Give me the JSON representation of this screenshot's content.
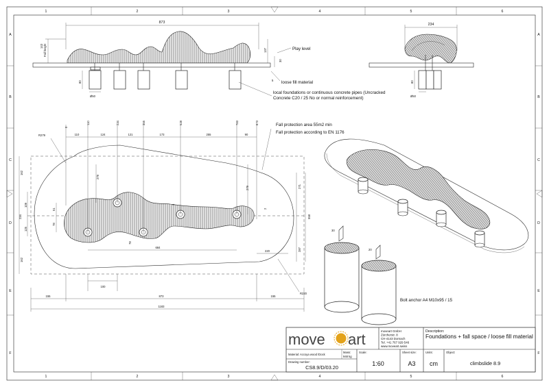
{
  "frame": {
    "columns": [
      "1",
      "2",
      "3",
      "4",
      "5",
      "6"
    ],
    "rows": [
      "A",
      "B",
      "C",
      "D",
      "E",
      "F"
    ]
  },
  "side_view": {
    "overall_length": "873",
    "fall_height_label": "Fall height",
    "fall_height_value": "143",
    "height_137": "137",
    "height_30": "30",
    "depth_80": "80",
    "post_dia": "Ø50",
    "gap_5": "5",
    "play_level": "Play level",
    "loose_fill": "loose fill material",
    "foundations_note": "local foundations or continuous concrete pipes (Uncracked Concrete C20 / 25 No or normal reinforcement)"
  },
  "end_view": {
    "width": "234",
    "depth_80": "80",
    "post_dia": "Ø50"
  },
  "plan_view": {
    "top_ticks": [
      "0",
      "110",
      "234",
      "355",
      "528",
      "783",
      "873"
    ],
    "top_segments": [
      "110",
      "124",
      "121",
      "173",
      "255",
      "90"
    ],
    "radius_left": "R279",
    "radius_right": "R220",
    "fall_area_1": "Fall protection area 55m2 min",
    "fall_area_2": "Fall protection according to EN 1176",
    "left_dims": [
      "162",
      "109",
      "234",
      "125",
      "162"
    ],
    "inner_dims": [
      "51",
      "78",
      "279",
      "78",
      "3",
      "2"
    ],
    "right_dims": [
      "279",
      "271",
      "558",
      "287"
    ],
    "dim_684": "684",
    "dim_220": "220",
    "dim_100": "100",
    "bottom_155_left": "155",
    "bottom_873": "873",
    "bottom_155_right": "155",
    "bottom_1183": "1183"
  },
  "iso_view": {
    "bolt_anchor": "Bolt anchor A4 M10x95 / 15"
  },
  "title_block": {
    "logo_left": "move",
    "logo_right": "art",
    "company_lines": [
      "moveart GmbH",
      "Zürcherstr. 8",
      "CH-4143 Dornach",
      "Tel. +41 767 929 546",
      "www.moveart.swiss"
    ],
    "description_label": "Description:",
    "description": "Foundations + fall space / loose fill material",
    "material_label": "Material: Accoya wood /Dock",
    "mass_label": "Mass:",
    "mass_value": "948 kg",
    "scale_label": "Scale:",
    "scale_value": "1:60",
    "sheet_label": "Sheet size:",
    "sheet_value": "A3",
    "units_label": "Units:",
    "units_value": "cm",
    "object_label": "Object:",
    "object_value": "climbslide 8.9",
    "drawing_label": "Drawing number:",
    "drawing_value": "CS8.9/D/03.20"
  }
}
